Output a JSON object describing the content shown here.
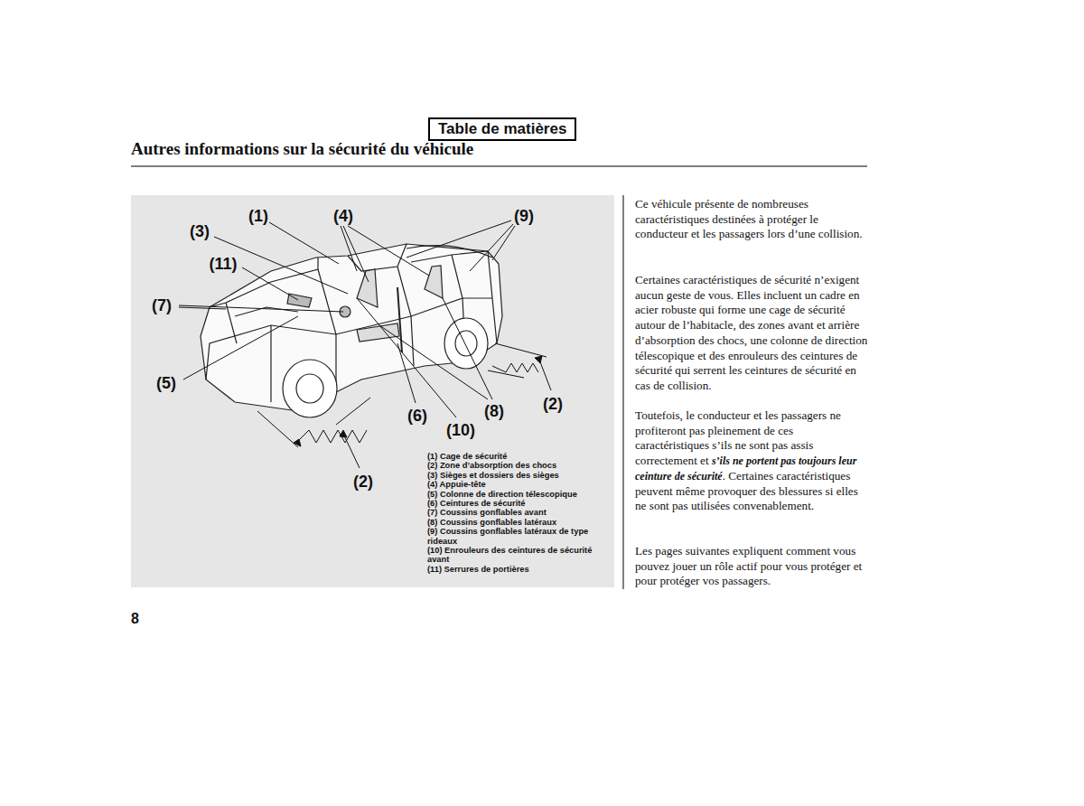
{
  "diagram": {
    "title": "Autres informations sur la sécurité du véhicule",
    "nodes": [
      {
        "text": [
          "Table de matières"
        ]
      }
    ],
    "edges": [],
    "labels": [
      "(1)",
      "(4)",
      "(9)",
      "(3)",
      "(11)",
      "(7)",
      "(5)",
      "(6)",
      "(10)",
      "(8)",
      "(2)",
      "(2)",
      "(1) Cage de sécurité",
      "(2) Zone d’absorption des chocs",
      "(3) Sièges et dossiers des sièges",
      "(4) Appuie-tête",
      "(5) Colonne de direction télescopique",
      "(6) Ceintures de sécurité",
      "(7) Coussins gonflables avant",
      "(8) Coussins gonflables latéraux",
      "(9) Coussins gonflables latéraux de type rideaux",
      "(10) Enrouleurs des ceintures de sécurité avant",
      "(11) Serrures de portières",
      "Ce véhicule présente de nombreuses caractéristiques destinées à protéger le conducteur et les passagers lors d’une collision.",
      "Certaines caractéristiques de sécurité n’exigent aucun geste de vous. Elles incluent un cadre en acier robuste qui forme une cage de sécurité autour de l’habitacle, des zones avant et arrière d’absorption des chocs, une colonne de direction télescopique et des enrouleurs des ceintures de sécurité qui serrent les ceintures de sécurité en cas de collision.",
      "Toutefois, le conducteur et les passagers ne profiteront pas pleinement de ces caractéristiques s’ils ne sont pas assis correctement et",
      "s’ils ne portent pas toujours leur ceinture de sécurité",
      ". Certaines caractéristiques peuvent même provoquer des blessures si elles ne sont pas utilisées convenablement.",
      "Les pages suivantes expliquent comment vous pouvez jouer un rôle actif pour vous protéger et pour protéger vos passagers.",
      "8"
    ]
  }
}
